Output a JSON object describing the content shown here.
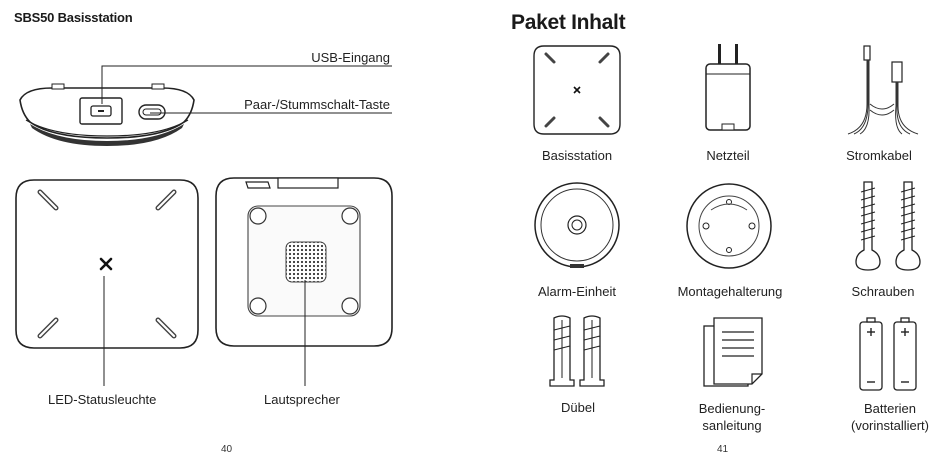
{
  "left_page": {
    "title": "SBS50 Basisstation",
    "labels": {
      "usb": "USB-Eingang",
      "pair": "Paar-/Stummschalt-Taste",
      "led": "LED-Statusleuchte",
      "speaker": "Lautsprecher"
    },
    "page_number": "40"
  },
  "right_page": {
    "title": "Paket Inhalt",
    "items": [
      {
        "label": "Basisstation",
        "icon": "base-station-icon"
      },
      {
        "label": "Netzteil",
        "icon": "power-adapter-icon"
      },
      {
        "label": "Stromkabel",
        "icon": "usb-cable-icon"
      },
      {
        "label": "Alarm-Einheit",
        "icon": "alarm-unit-icon"
      },
      {
        "label": "Montagehalterung",
        "icon": "mounting-bracket-icon"
      },
      {
        "label": "Schrauben",
        "icon": "screws-icon"
      },
      {
        "label": "Dübel",
        "icon": "wall-plugs-icon"
      },
      {
        "label": "Bedienung-\nsanleitung",
        "icon": "manual-icon"
      },
      {
        "label": "Batterien\n(vorinstalliert)",
        "icon": "batteries-icon"
      }
    ],
    "page_number": "41"
  }
}
